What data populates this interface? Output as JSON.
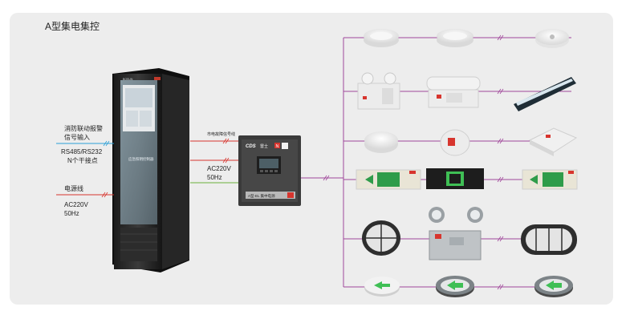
{
  "title": "A型集电集控",
  "cabinet": {
    "brand_tag": "BOSUN",
    "name": "应急照明控制器"
  },
  "left_inputs": {
    "line1": "消防联动报警",
    "line2": "信号输入",
    "line3": "RS485/RS232",
    "line4": "N个干接点",
    "power_title": "电源线",
    "power_v": "AC220V",
    "power_hz": "50Hz"
  },
  "controller_inputs": {
    "signal": "市电故障信号线",
    "power_v": "AC220V",
    "power_hz": "50Hz"
  },
  "controller_box": {
    "brand": "CDS",
    "brand_cn": "雷士",
    "mark": "N",
    "bottom_label": "A型-EL 集中电源"
  },
  "device_rows": [
    [
      "downlight",
      "downlight",
      "ceiling-round"
    ],
    [
      "twin-spot",
      "panel-exit",
      "tube-light"
    ],
    [
      "dome-light",
      "wall-round",
      "ceiling-square"
    ],
    [
      "exit-sign-green",
      "exit-sign-dark",
      "exit-sign-green"
    ],
    [
      "bulkhead-round",
      "ex-twin-spot",
      "bulkhead-oval"
    ],
    [
      "floor-arrow",
      "floor-arrow",
      "floor-arrow"
    ]
  ],
  "colors": {
    "bus_line": "#a0469a",
    "rs485_line": "#2a9fd6",
    "power_line": "#d7352e",
    "signal_line": "#d7352e"
  }
}
